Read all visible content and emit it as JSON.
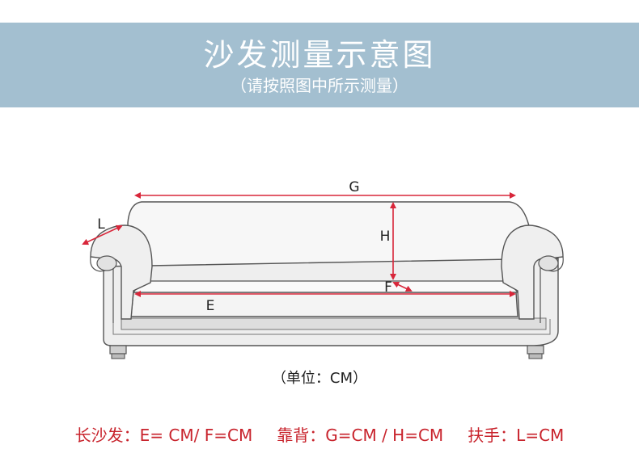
{
  "header": {
    "title": "沙发测量示意图",
    "subtitle": "（请按照图中所示测量）"
  },
  "diagram": {
    "labels": {
      "G": "G",
      "H": "H",
      "L": "L",
      "F": "F",
      "E": "E"
    },
    "colors": {
      "arrow": "#d8263a",
      "outline": "#555555",
      "fill": "#f4f4f4",
      "shade": "#dcdcdc"
    }
  },
  "unit_note": "（单位：CM）",
  "footer": {
    "long_sofa": "长沙发：E= CM/ F=CM",
    "backrest": "靠背：G=CM / H=CM",
    "armrest": "扶手：L=CM"
  }
}
